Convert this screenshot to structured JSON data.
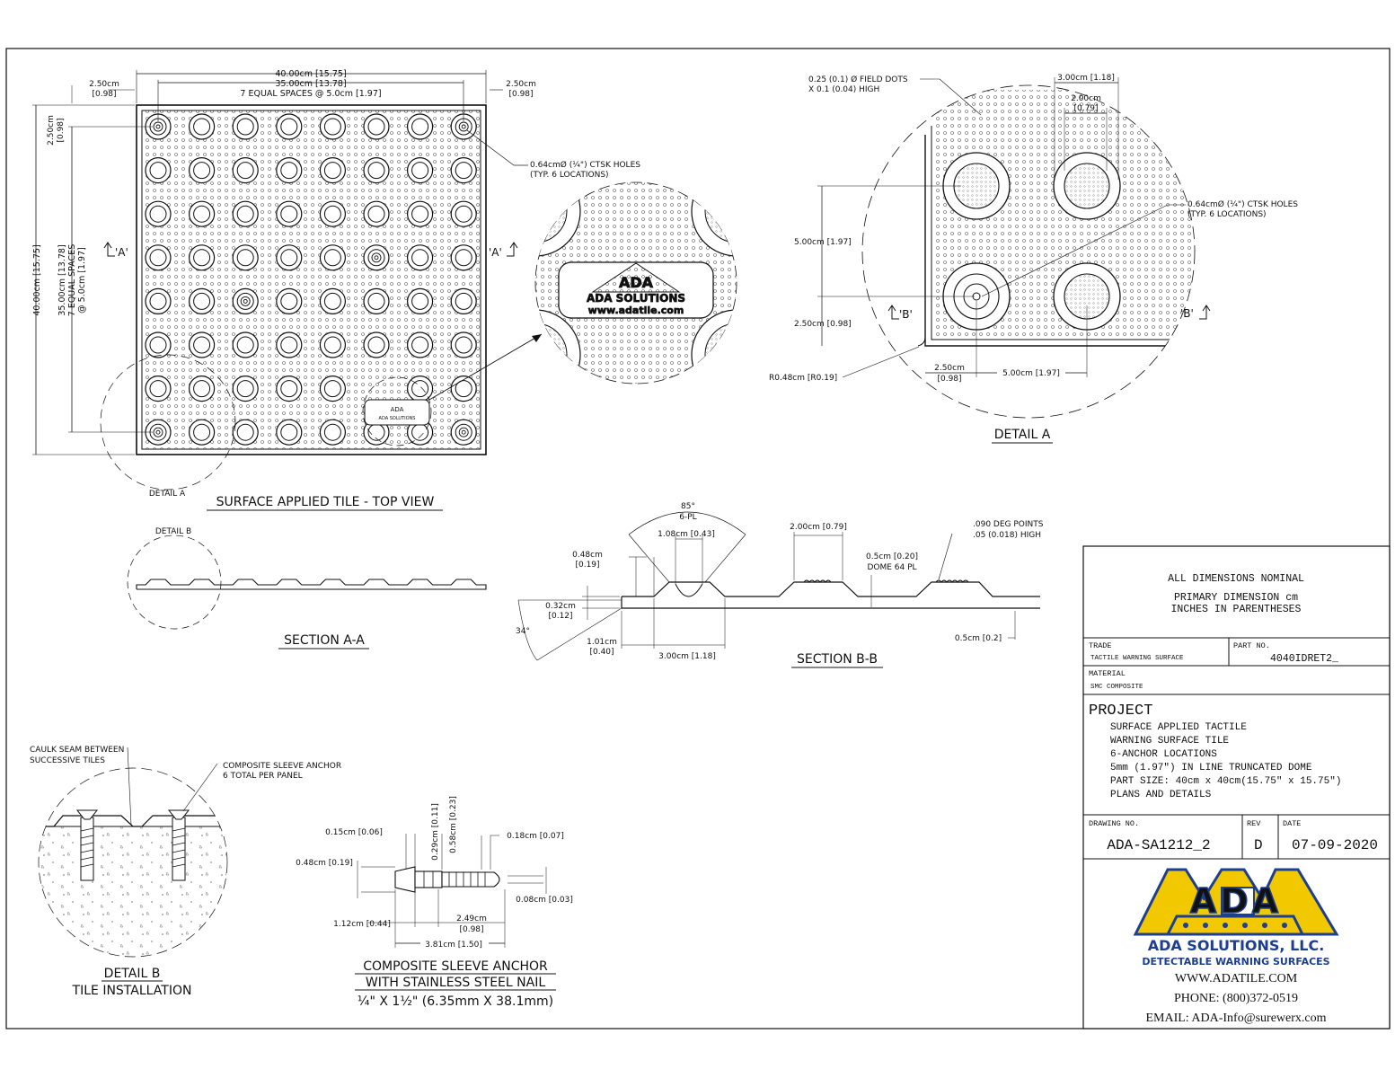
{
  "top_view": {
    "title": "SURFACE APPLIED TILE - TOP VIEW",
    "dim_width": "40.00cm [15.75]",
    "dim_inner": "35.00cm [13.78]",
    "dim_spaces": "7 EQUAL SPACES @ 5.0cm [1.97]",
    "margin_left": "2.50cm",
    "margin_left_in": "[0.98]",
    "margin_right": "2.50cm",
    "margin_right_in": "[0.98]",
    "left_height": "40.00cm [15.75]",
    "left_inner": "35.00cm [13.78]",
    "left_spaces_a": "7 EQUAL SPACES",
    "left_spaces_b": "@ 5.0cm [1.97]",
    "left_top": "2.50cm",
    "left_top_in": "[0.98]",
    "holes_note_a": "0.64cmØ (¼\") CTSK HOLES",
    "holes_note_b": "(TYP. 6 LOCATIONS)",
    "section_mark_left": "'A'",
    "section_mark_right": "'A'",
    "detail_a_label": "DETAIL A",
    "logo_text": "ADA SOLUTIONS",
    "logo_url": "www.adatile.com",
    "logo_mark": "ADA"
  },
  "detail_a": {
    "title": "DETAIL A",
    "field_dots_a": "0.25 (0.1) Ø FIELD DOTS",
    "field_dots_b": "X 0.1 (0.04) HIGH",
    "dim_300": "3.00cm [1.18]",
    "dim_200": "2.00cm",
    "dim_200_in": "[0.79]",
    "holes_a": "0.64cmØ (¼\") CTSK HOLES",
    "holes_b": "(TYP. 6 LOCATIONS)",
    "dim_500_v": "5.00cm [1.97]",
    "dim_250_v": "2.50cm [0.98]",
    "radius": "R0.48cm [R0.19]",
    "dim_250_h": "2.50cm",
    "dim_250_h_in": "[0.98]",
    "dim_500_h": "5.00cm [1.97]",
    "mark_b_left": "'B'",
    "mark_b_right": "'B'"
  },
  "section_aa": {
    "title": "SECTION A-A",
    "detail_b": "DETAIL B"
  },
  "section_bb": {
    "title": "SECTION B-B",
    "angle_85": "85°",
    "angle_6pl": "6-PL",
    "dim_108": "1.08cm [0.43]",
    "dim_048": "0.48cm",
    "dim_048_in": "[0.19]",
    "dim_032": "0.32cm",
    "dim_032_in": "[0.12]",
    "angle_34": "34°",
    "dim_101": "1.01cm",
    "dim_101_in": "[0.40]",
    "dim_300": "3.00cm [1.18]",
    "dim_200": "2.00cm [0.79]",
    "dim_05a": "0.5cm [0.20]",
    "dome_64": "DOME 64 PL",
    "deg_points": ".090 DEG POINTS",
    "high": ".05 (0.018) HIGH",
    "dim_05b": "0.5cm [0.2]"
  },
  "detail_b": {
    "caulk_a": "CAULK SEAM BETWEEN",
    "caulk_b": "SUCCESSIVE TILES",
    "anchor_a": "COMPOSITE SLEEVE ANCHOR",
    "anchor_b": "6 TOTAL PER PANEL",
    "title_a": "DETAIL B",
    "title_b": "TILE INSTALLATION"
  },
  "anchor": {
    "d015": "0.15cm [0.06]",
    "d029": "0.29cm [0.11]",
    "d058": "0.58cm [0.23]",
    "d018": "0.18cm [0.07]",
    "d048": "0.48cm [0.19]",
    "d008": "0.08cm [0.03]",
    "d112": "1.12cm [0.44]",
    "d249": "2.49cm",
    "d249_in": "[0.98]",
    "d381": "3.81cm [1.50]",
    "title_a": "COMPOSITE SLEEVE ANCHOR",
    "title_b": "WITH STAINLESS STEEL NAIL",
    "title_c": "¼\" X 1½\" (6.35mm X 38.1mm)"
  },
  "title_block": {
    "nominal": "ALL DIMENSIONS NOMINAL",
    "primary": "PRIMARY DIMENSION cm",
    "inches": "INCHES IN PARENTHESES",
    "trade_label": "TRADE",
    "trade_value": "TACTILE WARNING SURFACE",
    "part_label": "PART NO.",
    "part_value": "4040IDRET2_",
    "material_label": "MATERIAL",
    "material_value": "SMC COMPOSITE",
    "project_label": "PROJECT",
    "project_lines": [
      "SURFACE APPLIED TACTILE",
      "WARNING SURFACE TILE",
      "6-ANCHOR LOCATIONS",
      "5mm (1.97\") IN LINE TRUNCATED DOME",
      "PART SIZE: 40cm x 40cm(15.75\" x 15.75\")",
      "PLANS AND DETAILS"
    ],
    "drawing_label": "DRAWING NO.",
    "drawing_value": "ADA-SA1212_2",
    "rev_label": "REV",
    "rev_value": "D",
    "date_label": "DATE",
    "date_value": "07-09-2020",
    "logo_mark": "ADA",
    "company": "ADA SOLUTIONS, LLC.",
    "tagline": "DETECTABLE WARNING SURFACES",
    "website": "WWW.ADATILE.COM",
    "phone": "PHONE: (800)372-0519",
    "email": "EMAIL: ADA-Info@surewerx.com"
  },
  "colors": {
    "logo_yellow": "#f2c800",
    "logo_blue": "#1c3f94",
    "line": "#111111"
  }
}
